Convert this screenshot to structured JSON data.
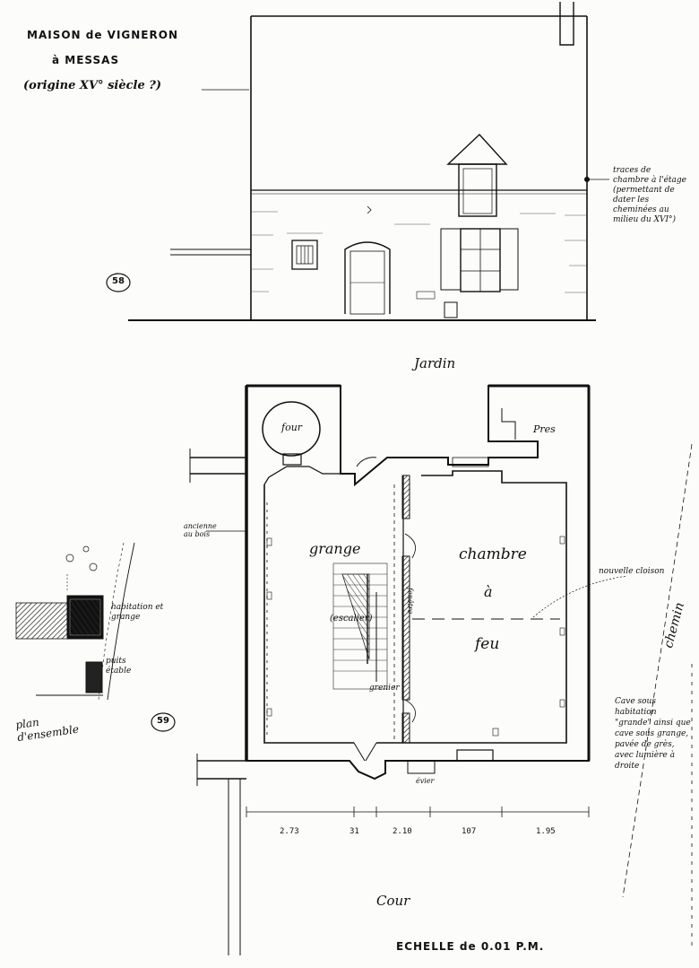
{
  "title": {
    "line1": "MAISON de VIGNERON",
    "line2": "à MESSAS",
    "line3": "(origine XV° siècle ?)"
  },
  "elevation": {
    "badge": "58",
    "note": "traces de chambre à l'étage (permettant de dater les cheminées au milieu du XVI°)"
  },
  "plan": {
    "badge": "59",
    "labels": {
      "jardin": "Jardin",
      "four": "four",
      "pres": "Pres",
      "grange": "grange",
      "chambre": "chambre",
      "a": "à",
      "feu": "feu",
      "escalier": "(escalier)",
      "grenier": "grenier",
      "fenetre": "fenêtre",
      "evier": "évier",
      "cour": "Cour",
      "chemin": "chemin",
      "ancienne_au_bois": "ancienne au bois",
      "nouvelle_cloison": "nouvelle cloison",
      "cave_note": "Cave sous habitation \"grande\" ainsi que cave sous grange, pavée de grès, avec lumière à droite"
    },
    "dimensions": [
      "2.73",
      "31",
      "2.10",
      "107",
      "1.95"
    ],
    "scale": "ECHELLE  de 0.01 P.M."
  },
  "inset": {
    "title": "plan d'ensemble",
    "label_top": "habitation et grange",
    "label_bottom": "puits étable"
  }
}
